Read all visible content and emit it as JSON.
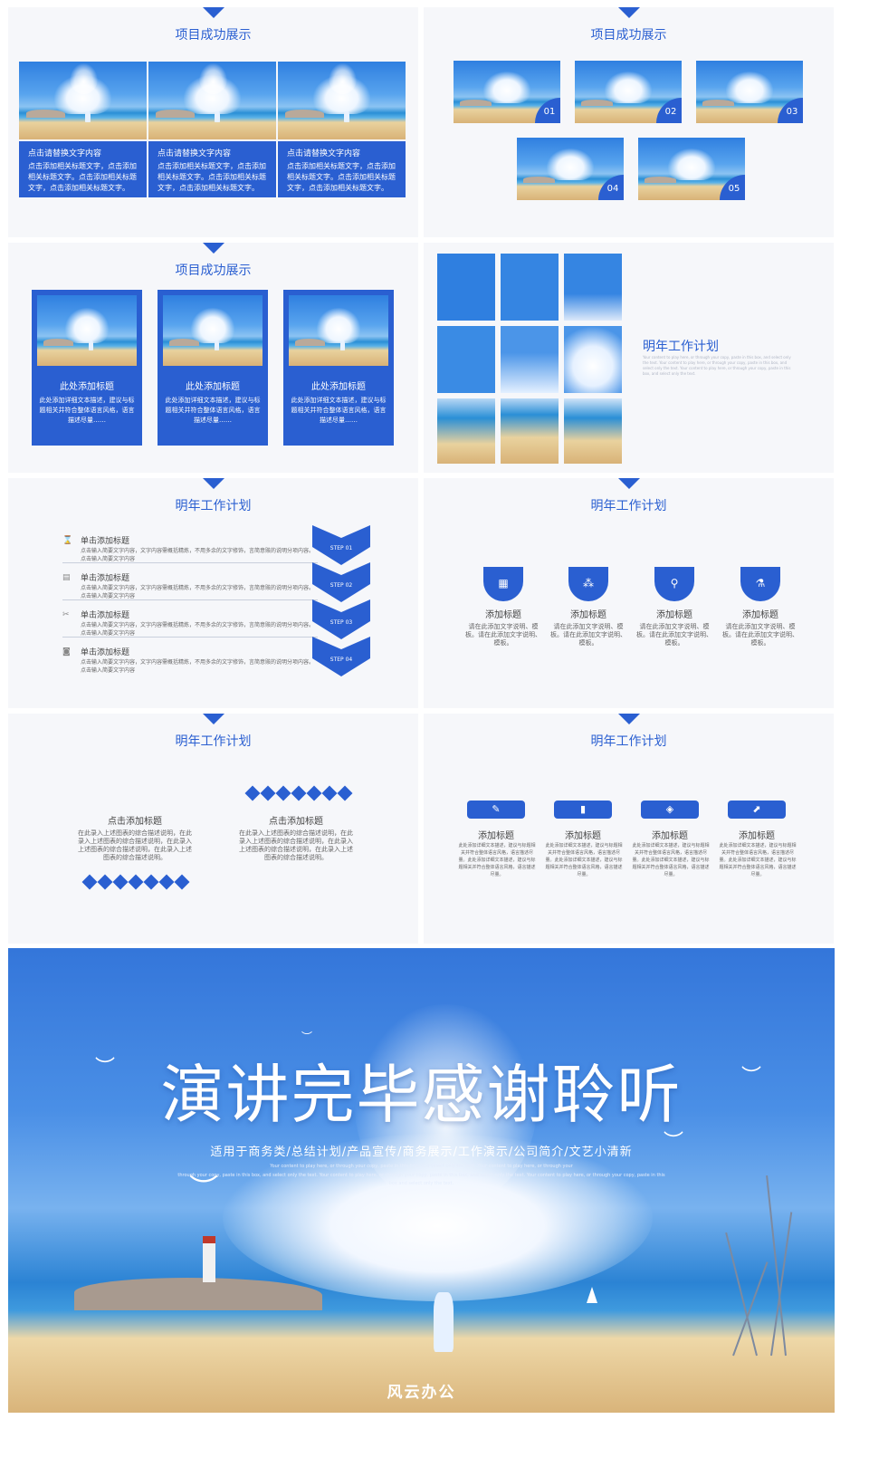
{
  "slide1": {
    "title": "项目成功展示",
    "cards": [
      {
        "head": "点击请替换文字内容",
        "body": "点击添加相关标题文字，点击添加相关标题文字。点击添加相关标题文字，点击添加相关标题文字。"
      },
      {
        "head": "点击请替换文字内容",
        "body": "点击添加相关标题文字，点击添加相关标题文字。点击添加相关标题文字，点击添加相关标题文字。"
      },
      {
        "head": "点击请替换文字内容",
        "body": "点击添加相关标题文字，点击添加相关标题文字。点击添加相关标题文字，点击添加相关标题文字。"
      }
    ]
  },
  "slide2": {
    "title": "项目成功展示",
    "badges": [
      "01",
      "02",
      "03",
      "04",
      "05"
    ]
  },
  "slide3": {
    "title": "项目成功展示",
    "cards": [
      {
        "head": "此处添加标题",
        "body": "此处添加详细文本描述，建议与标题相关并符合整体语言风格，语言描述尽量……"
      },
      {
        "head": "此处添加标题",
        "body": "此处添加详细文本描述，建议与标题相关并符合整体语言风格，语言描述尽量……"
      },
      {
        "head": "此处添加标题",
        "body": "此处添加详细文本描述，建议与标题相关并符合整体语言风格，语言描述尽量……"
      }
    ]
  },
  "slide4": {
    "title": "明年工作计划",
    "body": "Your content to play here, or through your copy, paste in this box, and select only the text. Your content to play here, or through your copy, paste in this box, and select only the text. Your content to play here, or through your copy, paste in this box, and select only the text."
  },
  "slide5": {
    "title": "明年工作计划",
    "rows": [
      {
        "head": "单击添加标题",
        "body": "点击输入简要文字内容，文字内容需概括精炼，不用多余的文字修饰，言简意赅的说明分项内容。点击输入简要文字内容",
        "step": "STEP 01",
        "icon": "hourglass-icon",
        "glyph": "⌛"
      },
      {
        "head": "单击添加标题",
        "body": "点击输入简要文字内容，文字内容需概括精炼，不用多余的文字修饰，言简意赅的说明分项内容。点击输入简要文字内容",
        "step": "STEP 02",
        "icon": "document-icon",
        "glyph": "▤"
      },
      {
        "head": "单击添加标题",
        "body": "点击输入简要文字内容，文字内容需概括精炼，不用多余的文字修饰，言简意赅的说明分项内容。点击输入简要文字内容",
        "step": "STEP 03",
        "icon": "tools-icon",
        "glyph": "✂"
      },
      {
        "head": "单击添加标题",
        "body": "点击输入简要文字内容，文字内容需概括精炼，不用多余的文字修饰，言简意赅的说明分项内容。点击输入简要文字内容",
        "step": "STEP 04",
        "icon": "camera-icon",
        "glyph": "◙"
      }
    ]
  },
  "slide6": {
    "title": "明年工作计划",
    "cols": [
      {
        "head": "添加标题",
        "body": "请在此添加文字说明、模板。请在此添加文字说明、模板。",
        "icon": "book-icon",
        "glyph": "▦"
      },
      {
        "head": "添加标题",
        "body": "请在此添加文字说明、模板。请在此添加文字说明、模板。",
        "icon": "drops-icon",
        "glyph": "⁂"
      },
      {
        "head": "添加标题",
        "body": "请在此添加文字说明、模板。请在此添加文字说明、模板。",
        "icon": "search-icon",
        "glyph": "⚲"
      },
      {
        "head": "添加标题",
        "body": "请在此添加文字说明、模板。请在此添加文字说明、模板。",
        "icon": "flask-icon",
        "glyph": "⚗"
      }
    ]
  },
  "slide7": {
    "title": "明年工作计划",
    "items": [
      {
        "head": "点击添加标题",
        "body": "在此录入上述图表的综合描述说明，在此录入上述图表的综合描述说明，在此录入上述图表的综合描述说明，在此录入上述图表的综合描述说明。"
      },
      {
        "head": "点击添加标题",
        "body": "在此录入上述图表的综合描述说明，在此录入上述图表的综合描述说明，在此录入上述图表的综合描述说明，在此录入上述图表的综合描述说明。"
      }
    ]
  },
  "slide8": {
    "title": "明年工作计划",
    "cols": [
      {
        "head": "添加标题",
        "body": "此处添加详细文本描述，建议与标题相关并符合整体语言风格，语言描述尽量。此处添加详细文本描述，建议与标题相关并符合整体语言风格，语言描述尽量。",
        "icon": "edit-icon",
        "glyph": "✎"
      },
      {
        "head": "添加标题",
        "body": "此处添加详细文本描述，建议与标题相关并符合整体语言风格，语言描述尽量。此处添加详细文本描述，建议与标题相关并符合整体语言风格，语言描述尽量。",
        "icon": "bar-chart-icon",
        "glyph": "▮"
      },
      {
        "head": "添加标题",
        "body": "此处添加详细文本描述，建议与标题相关并符合整体语言风格，语言描述尽量。此处添加详细文本描述，建议与标题相关并符合整体语言风格，语言描述尽量。",
        "icon": "graduation-cap-icon",
        "glyph": "◈"
      },
      {
        "head": "添加标题",
        "body": "此处添加详细文本描述，建议与标题相关并符合整体语言风格，语言描述尽量。此处添加详细文本描述，建议与标题相关并符合整体语言风格，语言描述尽量。",
        "icon": "growth-chart-icon",
        "glyph": "⬈"
      }
    ]
  },
  "final": {
    "title": "演讲完毕感谢聆听",
    "subtitle": "适用于商务类/总结计划/产品宣传/商务展示/工作演示/公司简介/文艺小清新",
    "english1": "Your content to play here, or through your copy, paste in this box, and select only the text. Your content to play here, or through your",
    "english2": "through your copy, paste in this box, and select only the text. Your content to play here, or through your copy, paste in this box, and select only the text. Your content to play here, or through your copy, paste in this",
    "english3": "box and select only the text.",
    "brand": "风云办公"
  },
  "colors": {
    "accent": "#2a5fd1",
    "background": "#f6f7fa"
  }
}
